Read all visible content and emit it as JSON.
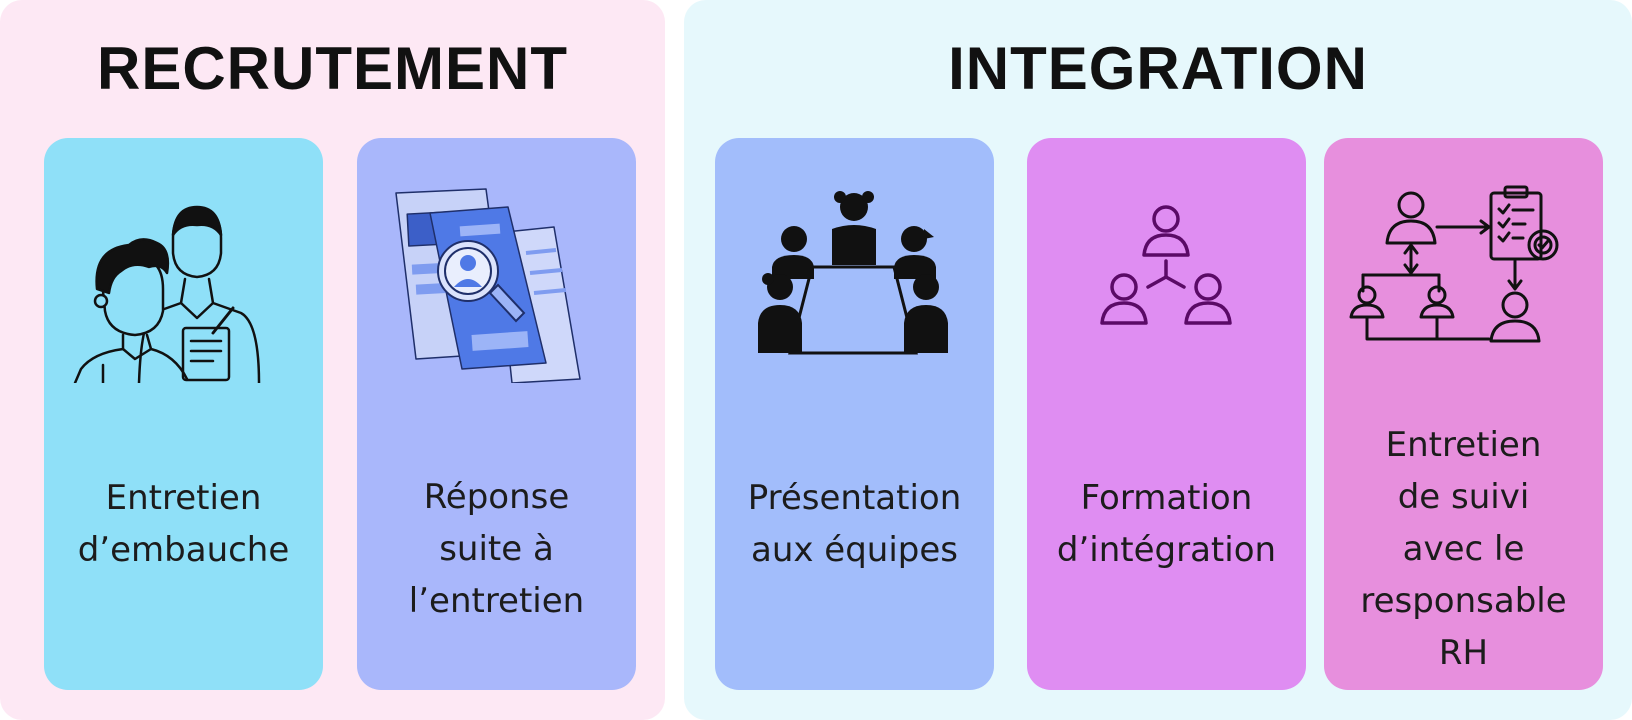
{
  "colors": {
    "recrutement_bg": "#fde8f4",
    "integration_bg": "#e6f8fc",
    "card_entretien": "#8fe0f8",
    "card_reponse": "#a9b7fb",
    "card_presentation": "#a2bdfb",
    "card_formation": "#df8df2",
    "card_suivi": "#e78fdd"
  },
  "sections": {
    "recrutement": {
      "title": "RECRUTEMENT",
      "cards": [
        {
          "label": "Entretien\nd’embauche",
          "icon": "job-interview-icon"
        },
        {
          "label": "Réponse\nsuite à\nl’entretien",
          "icon": "resume-search-icon"
        }
      ]
    },
    "integration": {
      "title": "INTEGRATION",
      "cards": [
        {
          "label": "Présentation\naux équipes",
          "icon": "team-meeting-icon"
        },
        {
          "label": "Formation\nd’intégration",
          "icon": "people-network-icon"
        },
        {
          "label": "Entretien\nde suivi\navec le\nresponsable RH",
          "icon": "hr-workflow-icon"
        }
      ]
    }
  }
}
